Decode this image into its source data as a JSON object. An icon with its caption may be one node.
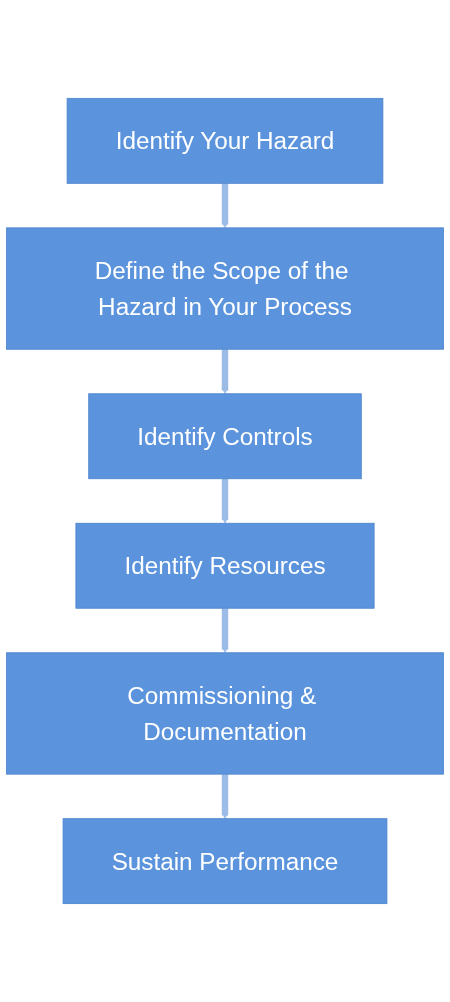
{
  "diagram": {
    "nodes": [
      {
        "text": [
          "Identify Your Hazard"
        ]
      },
      {
        "text": [
          "Define the Scope of the Hazard in Your Process"
        ]
      },
      {
        "text": [
          "Identify Controls"
        ]
      },
      {
        "text": [
          "Identify Resources"
        ]
      },
      {
        "text": [
          "Commissioning & Documentation"
        ]
      },
      {
        "text": [
          "Sustain Performance"
        ]
      }
    ],
    "edges": [
      {
        "from": 0,
        "to": 1,
        "arrow": "to"
      },
      {
        "from": 1,
        "to": 2,
        "arrow": "to"
      },
      {
        "from": 2,
        "to": 3,
        "arrow": "to"
      },
      {
        "from": 3,
        "to": 4,
        "arrow": "to"
      },
      {
        "from": 4,
        "to": 5,
        "arrow": "to"
      }
    ]
  }
}
